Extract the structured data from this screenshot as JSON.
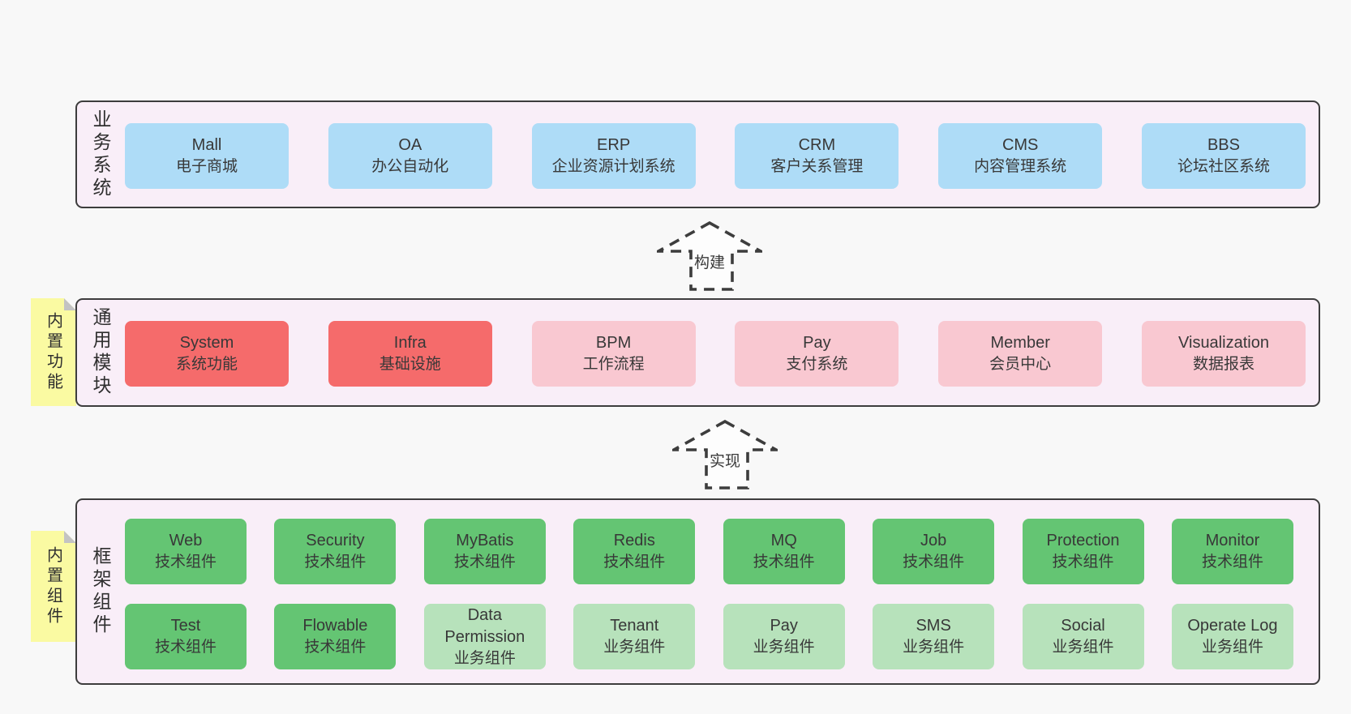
{
  "colors": {
    "page-bg": "#f8f8f8",
    "band-bg": "#f9eef8",
    "band-border": "#3d3d3d",
    "blue": "#aedcf7",
    "red": "#f56b6b",
    "pink": "#f9c8d1",
    "green": "#64c573",
    "lightgreen": "#b7e2bb",
    "yellow": "#fafaa2",
    "fold": "#c3c3c3",
    "text": "#383838",
    "arrow-fill": "#fdfdfd"
  },
  "arrows": [
    {
      "label": "构建"
    },
    {
      "label": "实现"
    }
  ],
  "bands": [
    {
      "label": "业务系统",
      "boxes": [
        {
          "title": "Mall",
          "subtitle": "电子商城"
        },
        {
          "title": "OA",
          "subtitle": "办公自动化"
        },
        {
          "title": "ERP",
          "subtitle": "企业资源计划系统"
        },
        {
          "title": "CRM",
          "subtitle": "客户关系管理"
        },
        {
          "title": "CMS",
          "subtitle": "内容管理系统"
        },
        {
          "title": "BBS",
          "subtitle": "论坛社区系统"
        }
      ]
    },
    {
      "label": "通用模块",
      "sticky": "内置功能",
      "boxes": [
        {
          "title": "System",
          "subtitle": "系统功能"
        },
        {
          "title": "Infra",
          "subtitle": "基础设施"
        },
        {
          "title": "BPM",
          "subtitle": "工作流程"
        },
        {
          "title": "Pay",
          "subtitle": "支付系统"
        },
        {
          "title": "Member",
          "subtitle": "会员中心"
        },
        {
          "title": "Visualization",
          "subtitle": "数据报表"
        }
      ]
    },
    {
      "label": "框架组件",
      "sticky": "内置组件",
      "rows": [
        [
          {
            "title": "Web",
            "subtitle": "技术组件"
          },
          {
            "title": "Security",
            "subtitle": "技术组件"
          },
          {
            "title": "MyBatis",
            "subtitle": "技术组件"
          },
          {
            "title": "Redis",
            "subtitle": "技术组件"
          },
          {
            "title": "MQ",
            "subtitle": "技术组件"
          },
          {
            "title": "Job",
            "subtitle": "技术组件"
          },
          {
            "title": "Protection",
            "subtitle": "技术组件"
          },
          {
            "title": "Monitor",
            "subtitle": "技术组件"
          }
        ],
        [
          {
            "title": "Test",
            "subtitle": "技术组件"
          },
          {
            "title": "Flowable",
            "subtitle": "技术组件"
          },
          {
            "title": "Data Permission",
            "subtitle": "业务组件"
          },
          {
            "title": "Tenant",
            "subtitle": "业务组件"
          },
          {
            "title": "Pay",
            "subtitle": "业务组件"
          },
          {
            "title": "SMS",
            "subtitle": "业务组件"
          },
          {
            "title": "Social",
            "subtitle": "业务组件"
          },
          {
            "title": "Operate Log",
            "subtitle": "业务组件"
          }
        ]
      ]
    }
  ]
}
